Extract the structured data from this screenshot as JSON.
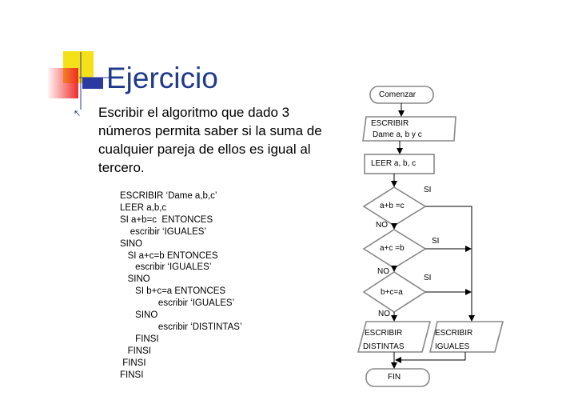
{
  "slide": {
    "title": "Ejercicio",
    "description": " Escribir el algoritmo que dado 3\nnúmeros permita saber si la suma de\ncualquier pareja de ellos es igual al\n tercero.",
    "code": "ESCRIBIR ‘Dame a,b,c’\nLEER a,b,c\nSI a+b=c  ENTONCES\n    escribir ‘IGUALES’\nSINO\n   SI a+c=b ENTONCES\n      escribir ‘IGUALES’\n   SINO\n      SI b+c=a ENTONCES\n               escribir ‘IGUALES’\n      SINO\n               escribir ‘DISTINTAS’\n      FINSI\n   FINSI\n FINSI\nFINSI"
  },
  "flowchart": {
    "start": "Comenzar",
    "write_prompt_line1": "ESCRIBIR",
    "write_prompt_line2": "Dame a, b y c",
    "read": "LEER a, b, c",
    "cond1": "a+b =c",
    "cond2": "a+c =b",
    "cond3": "b+c=a",
    "yes_label": "SI",
    "no_label": "NO",
    "out_distintas_line1": "ESCRIBIR",
    "out_distintas_line2": "DISTINTAS",
    "out_iguales_line1": "ESCRIBIR",
    "out_iguales_line2": "IGUALES",
    "end": "FIN"
  },
  "decoration": {
    "arrow_glyph": "↖",
    "colors": {
      "yellow": "#f5e11a",
      "red": "#ef2b2b",
      "blue": "#2a3aa0",
      "title": "#1f3a8a"
    }
  }
}
